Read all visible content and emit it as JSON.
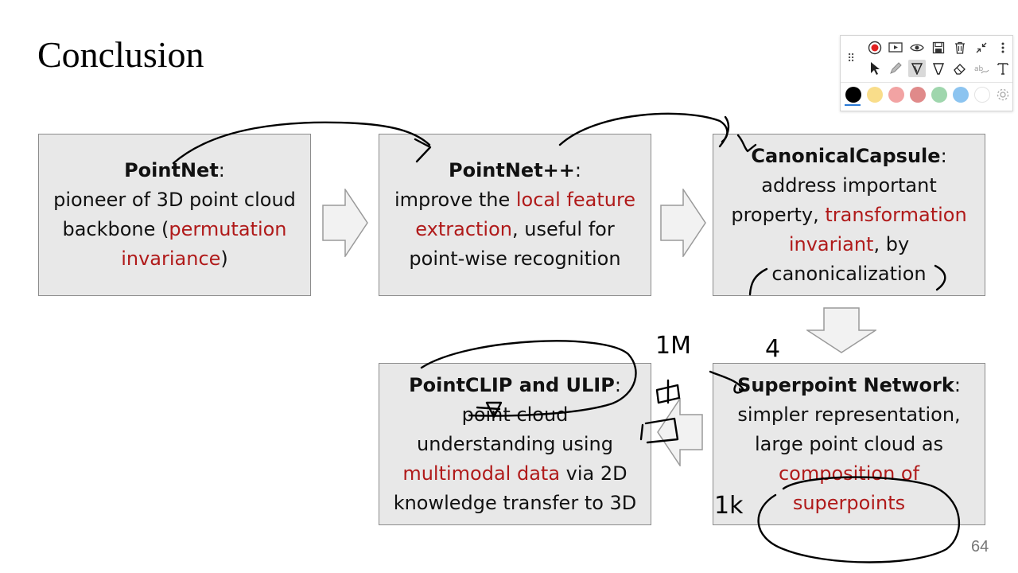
{
  "slide": {
    "title": "Conclusion",
    "page_number": "64",
    "cards": {
      "pointnet": {
        "head": "PointNet",
        "colon": ":",
        "line1": "pioneer of 3D point cloud",
        "line2_a": "backbone (",
        "line2_red": "permutation",
        "line3_red": "invariance",
        "line3_b": ")"
      },
      "pointnetpp": {
        "head": "PointNet++",
        "colon": ":",
        "line1_a": "improve the ",
        "line1_red": "local feature",
        "line2_red": "extraction",
        "line2_b": ", useful for",
        "line3": "point-wise recognition"
      },
      "canonical": {
        "head": "CanonicalCapsule",
        "colon": ":",
        "line1": "address important",
        "line2_a": "property, ",
        "line2_red": "transformation",
        "line3_red": "invariant",
        "line3_b": ", by",
        "line4": "canonicalization"
      },
      "pointclip": {
        "head": "PointCLIP and ULIP",
        "colon": ":",
        "line1": "point cloud",
        "line2": "understanding using",
        "line3_red": "multimodal data",
        "line3_b": " via 2D",
        "line4": "knowledge transfer to 3D"
      },
      "superpoint": {
        "head": "Superpoint Network",
        "colon": ":",
        "line1": "simpler representation,",
        "line2": "large point cloud as",
        "line3_red": "composition of",
        "line4_red": "superpoints"
      }
    },
    "handwriting": {
      "label_1m": "1M",
      "label_4": "4",
      "label_1k": "1k"
    }
  },
  "colors": {
    "accent_red": "#b01a1a",
    "card_bg": "#e8e8e8",
    "swatches": [
      "#000000",
      "#f9dd8a",
      "#f2a3a3",
      "#e08a8a",
      "#9fd6ad",
      "#8cc4f0",
      "#ffffff"
    ]
  },
  "toolbar": {
    "tools_row1": [
      "drag-handle-icon",
      "record-icon",
      "present-icon",
      "eye-icon",
      "save-icon",
      "trash-icon",
      "collapse-icon",
      "more-icon"
    ],
    "tools_row2": [
      "pointer-icon",
      "pen-icon",
      "highlighter-icon",
      "marker-icon",
      "eraser-icon",
      "ink-to-text-icon",
      "text-icon"
    ],
    "settings": "settings-icon"
  }
}
